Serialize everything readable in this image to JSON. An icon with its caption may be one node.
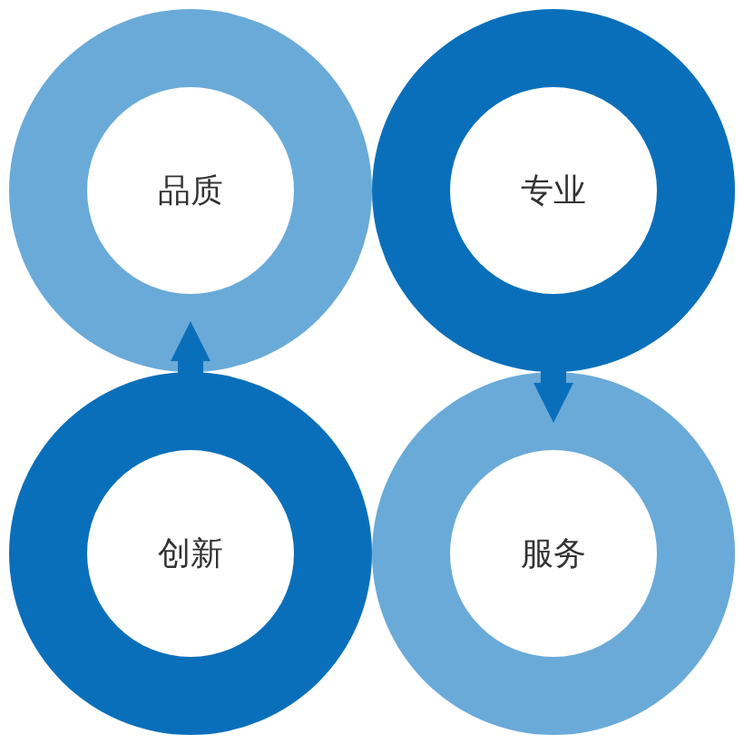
{
  "diagram": {
    "nodes": [
      {
        "text": [
          "品质"
        ]
      },
      {
        "text": [
          "专业"
        ]
      },
      {
        "text": [
          "创新"
        ]
      },
      {
        "text": [
          "服务"
        ]
      }
    ],
    "edges": [
      {
        "from": 2,
        "to": 0,
        "arrow": "to"
      },
      {
        "from": 1,
        "to": 3,
        "arrow": "to"
      }
    ]
  }
}
